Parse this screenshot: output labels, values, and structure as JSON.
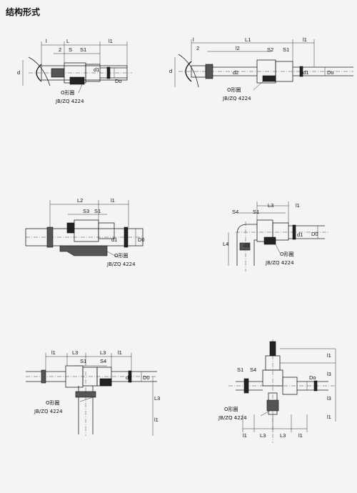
{
  "title": "结构形式",
  "labels": {
    "L": "L",
    "L1": "L1",
    "L2": "L2",
    "L3": "L3",
    "L4": "L4",
    "l": "l",
    "l1": "l1",
    "l2": "l2",
    "l3": "l3",
    "n2": "2",
    "S": "S",
    "S1": "S1",
    "S2": "S2",
    "S3": "S3",
    "S4": "S4",
    "d": "d",
    "d1": "d1",
    "d2": "d2",
    "d3": "d3",
    "D0": "D0",
    "Do": "Do"
  },
  "o_ring": "O形圈",
  "standard": "JB/ZQ 4224"
}
